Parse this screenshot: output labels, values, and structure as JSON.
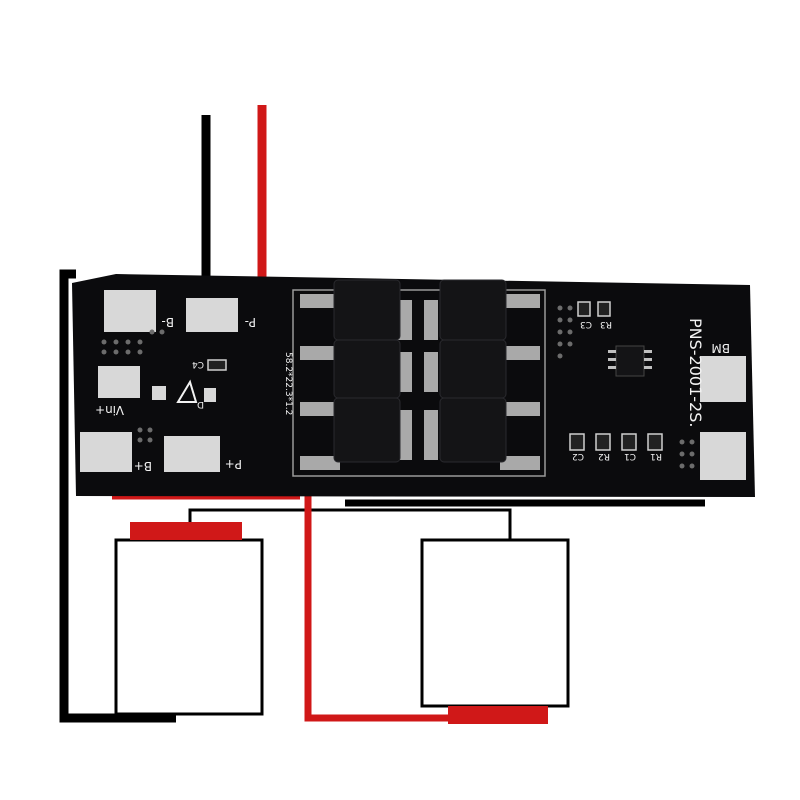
{
  "board": {
    "model": "PNS-2001-2S.",
    "size_label": "58.2*22.3*1.2",
    "colors": {
      "board": "#0b0b0d",
      "pad": "#d8d8d8",
      "silkscreen": "#f2f2f2",
      "mosfet": "#141416"
    },
    "pads": {
      "b_minus": "B-",
      "p_minus": "P-",
      "vin_plus": "Vin+",
      "b_plus": "B+",
      "p_plus": "P+",
      "bm": "BM"
    },
    "components": {
      "c4": "C4",
      "r3": "R3",
      "c3": "C3",
      "c2": "C2",
      "r2": "R2",
      "c1": "C1",
      "r1": "R1"
    },
    "symbols": {
      "triangle": "triangle-icon",
      "d_label": "D"
    }
  },
  "wiring": {
    "colors": {
      "black": "#000000",
      "red": "#d01818"
    }
  },
  "batteries": [
    {
      "name": "battery-cell-1",
      "fill": "#ffffff",
      "outline": "#000000"
    },
    {
      "name": "battery-cell-2",
      "fill": "#ffffff",
      "outline": "#000000"
    }
  ]
}
